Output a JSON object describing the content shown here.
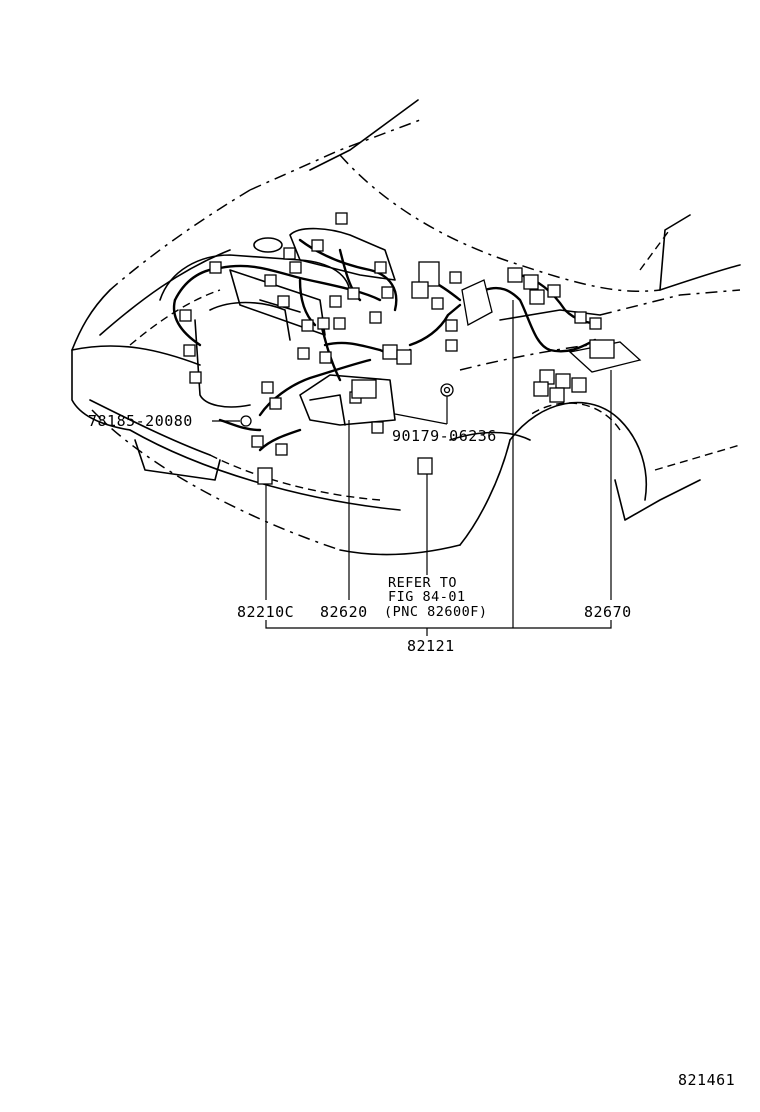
{
  "labels": {
    "part_78185": "78185-20080",
    "part_90179": "90179-06236",
    "part_82210c": "82210C",
    "part_82620": "82620",
    "refer_line1": "REFER TO",
    "refer_line2": "FIG 84-01",
    "refer_line3": "(PNC 82600F)",
    "part_82670": "82670",
    "part_82121": "82121",
    "figure_number": "821461"
  }
}
